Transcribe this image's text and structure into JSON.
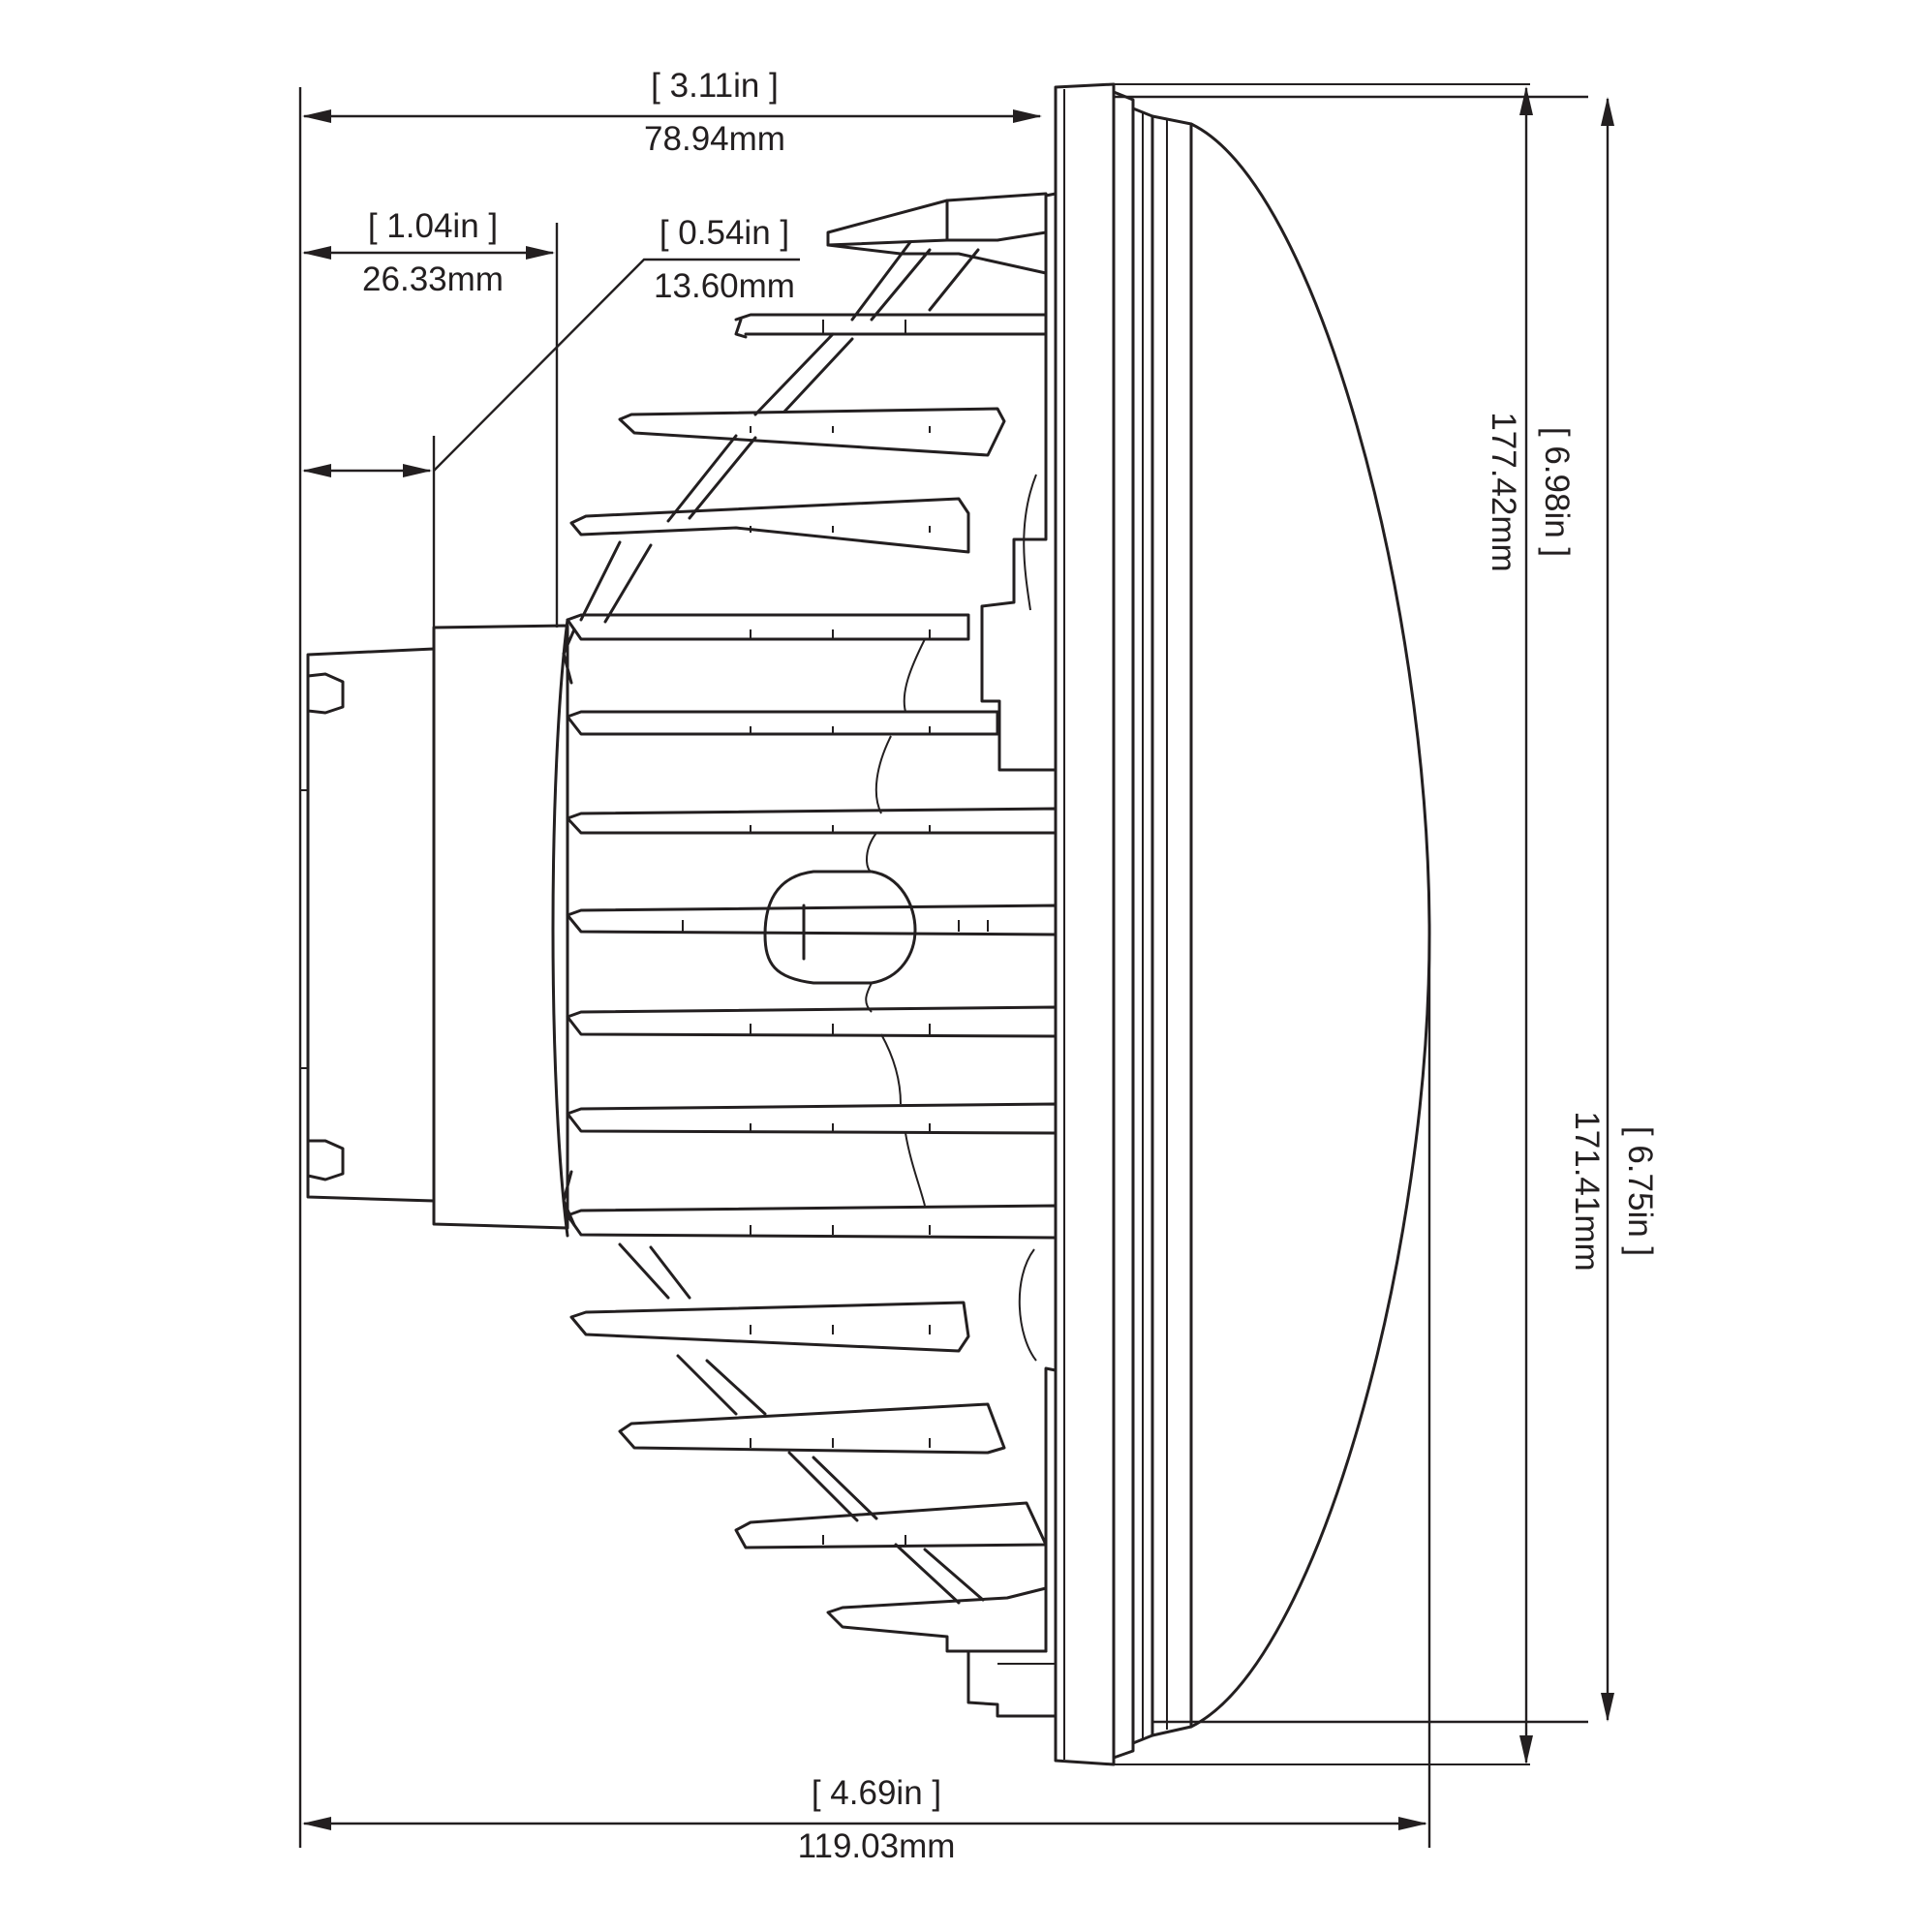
{
  "dimensions": {
    "overall_depth": {
      "inch": "[ 3.11in ]",
      "mm": "78.94mm"
    },
    "rear_section_depth": {
      "inch": "[ 1.04in ]",
      "mm": "26.33mm"
    },
    "connector_depth": {
      "inch": "[ 0.54in ]",
      "mm": "13.60mm"
    },
    "overall_height": {
      "inch": "[ 6.98in ]",
      "mm": "177.42mm"
    },
    "lens_height": {
      "inch": "[ 6.75in ]",
      "mm": "171.41mm"
    },
    "overall_width": {
      "inch": "[ 4.69in ]",
      "mm": "119.03mm"
    }
  }
}
